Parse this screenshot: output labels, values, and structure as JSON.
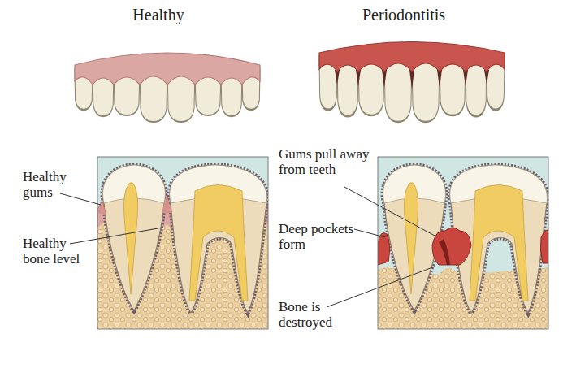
{
  "diagram": {
    "labels": [
      "Healthy",
      "Periodontitis",
      "Healthy gums",
      "Healthy bone level",
      "Gums pull away from teeth",
      "Deep pockets form",
      "Bone is destroyed"
    ]
  }
}
